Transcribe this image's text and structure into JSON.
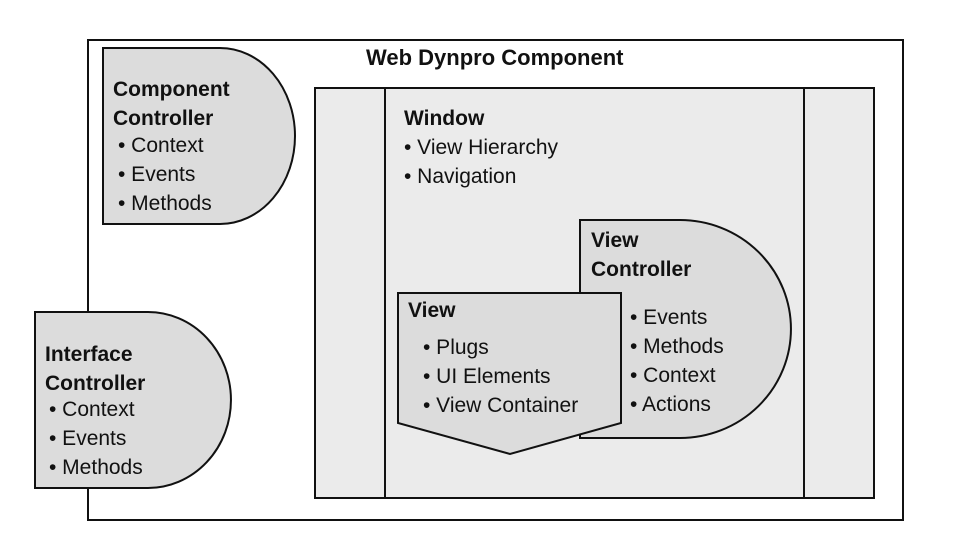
{
  "colors": {
    "background": "#ffffff",
    "window_fill": "#ebebeb",
    "controller_fill": "#dcdcdc",
    "stroke": "#111111"
  },
  "component": {
    "title": "Web Dynpro Component"
  },
  "component_controller": {
    "title_line1": "Component",
    "title_line2": "Controller",
    "items": [
      "• Context",
      "• Events",
      "• Methods"
    ]
  },
  "interface_controller": {
    "title_line1": "Interface",
    "title_line2": "Controller",
    "items": [
      "• Context",
      "• Events",
      "• Methods"
    ]
  },
  "window": {
    "title": "Window",
    "items": [
      "• View Hierarchy",
      "• Navigation"
    ]
  },
  "view_controller": {
    "title_line1": "View",
    "title_line2": "Controller",
    "items": [
      "• Events",
      "• Methods",
      "• Context",
      "• Actions"
    ]
  },
  "view": {
    "title": "View",
    "items": [
      "• Plugs",
      "• UI Elements",
      "• View Container"
    ]
  }
}
